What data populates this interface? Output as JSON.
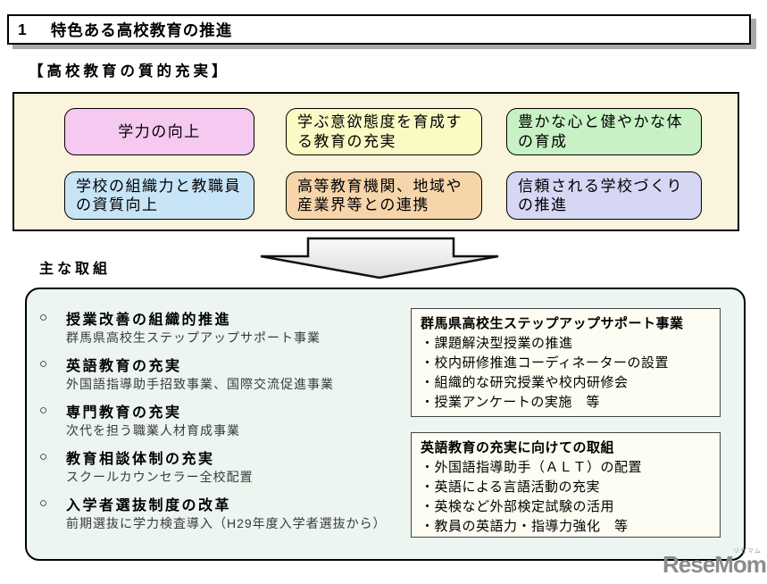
{
  "page": {
    "title_no": "1",
    "title": "特色ある高校教育の推進",
    "subtitle": "【高校教育の質的充実】",
    "main_label": "主な取組",
    "watermark": "ReseMom.",
    "watermark_small": "リセマム"
  },
  "goals": {
    "items": [
      {
        "label": "学力の向上",
        "color": "#f6c9f0"
      },
      {
        "label": "学ぶ意欲態度を育成する教育の充実",
        "color": "#fafac5"
      },
      {
        "label": "豊かな心と健やかな体の育成",
        "color": "#c8f2c6"
      },
      {
        "label": "学校の組織力と教職員の資質向上",
        "color": "#c8e5f8"
      },
      {
        "label": "高等教育機関、地域や産業界等との連携",
        "color": "#f6d5ab"
      },
      {
        "label": "信頼される学校づくりの推進",
        "color": "#d6d6f5"
      }
    ]
  },
  "initiatives": {
    "marker": "○",
    "items": [
      {
        "title": "授業改善の組織的推進",
        "detail": "群馬県高校生ステップアップサポート事業"
      },
      {
        "title": "英語教育の充実",
        "detail": "外国語指導助手招致事業、国際交流促進事業"
      },
      {
        "title": "専門教育の充実",
        "detail": "次代を担う職業人材育成事業"
      },
      {
        "title": "教育相談体制の充実",
        "detail": "スクールカウンセラー全校配置"
      },
      {
        "title": "入学者選抜制度の改革",
        "detail": "前期選抜に学力検査導入（H29年度入学者選抜から）"
      }
    ]
  },
  "detail_boxes": [
    {
      "title": "群馬県高校生ステップアップサポート事業",
      "bullets": [
        "・課題解決型授業の推進",
        "・校内研修推進コーディネーターの設置",
        "・組織的な研究授業や校内研修会",
        "・授業アンケートの実施　等"
      ]
    },
    {
      "title": "英語教育の充実に向けての取組",
      "bullets": [
        "・外国語指導助手（ＡＬＴ）の配置",
        "・英語による言語活動の充実",
        "・英検など外部検定試験の活用",
        "・教員の英語力・指導力強化　等"
      ]
    }
  ],
  "colors": {
    "goals_panel_bg": "#faf4dc",
    "main_panel_bg": "#ecf5ef",
    "detail_box_bg": "#fdfdf3",
    "title_shadow": "#a8a8a8",
    "watermark": "#8c8c8c"
  }
}
